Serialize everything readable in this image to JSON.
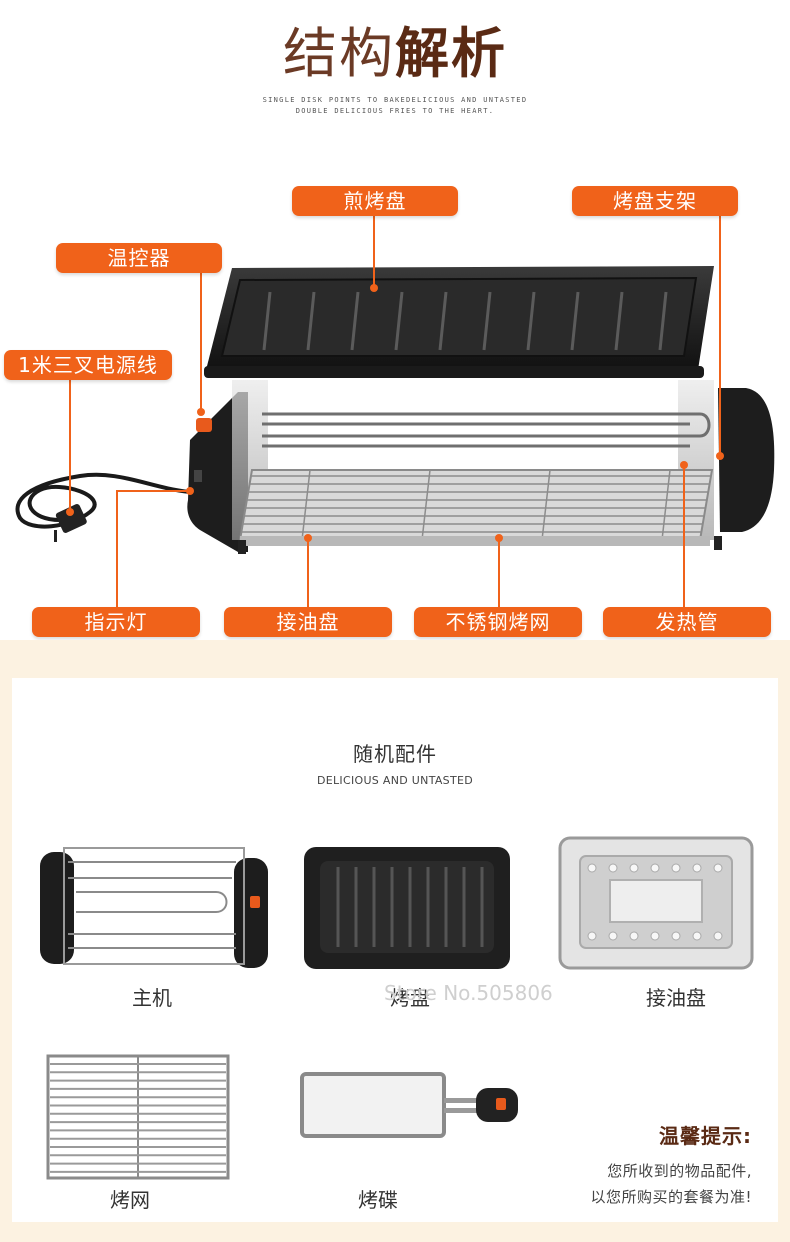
{
  "header": {
    "title_light": "结构",
    "title_bold": "解析",
    "subtitle_line1": "SINGLE DISK POINTS TO BAKEDELICIOUS AND UNTASTED",
    "subtitle_line2": "DOUBLE DELICIOUS FRIES TO THE HEART."
  },
  "structure": {
    "labels": {
      "griddle_pan": "煎烤盘",
      "pan_bracket": "烤盘支架",
      "thermostat": "温控器",
      "power_cord": "1米三叉电源线",
      "indicator_light": "指示灯",
      "drip_tray": "接油盘",
      "steel_grill_net": "不锈钢烤网",
      "heating_tube": "发热管"
    }
  },
  "accessories": {
    "title": "随机配件",
    "subtitle": "DELICIOUS AND UNTASTED",
    "watermark": "Store No.505806",
    "items": {
      "main_unit": "主机",
      "baking_pan": "烤盘",
      "oil_tray": "接油盘",
      "grill_net": "烤网",
      "grill_dish": "烤碟"
    },
    "tip": {
      "title": "温馨提示:",
      "line1": "您所收到的物品配件,",
      "line2": "以您所购买的套餐为准!"
    }
  },
  "colors": {
    "accent": "#f0621a",
    "title_brown": "#5a2a14",
    "panel_bg": "#fcf2e1"
  }
}
